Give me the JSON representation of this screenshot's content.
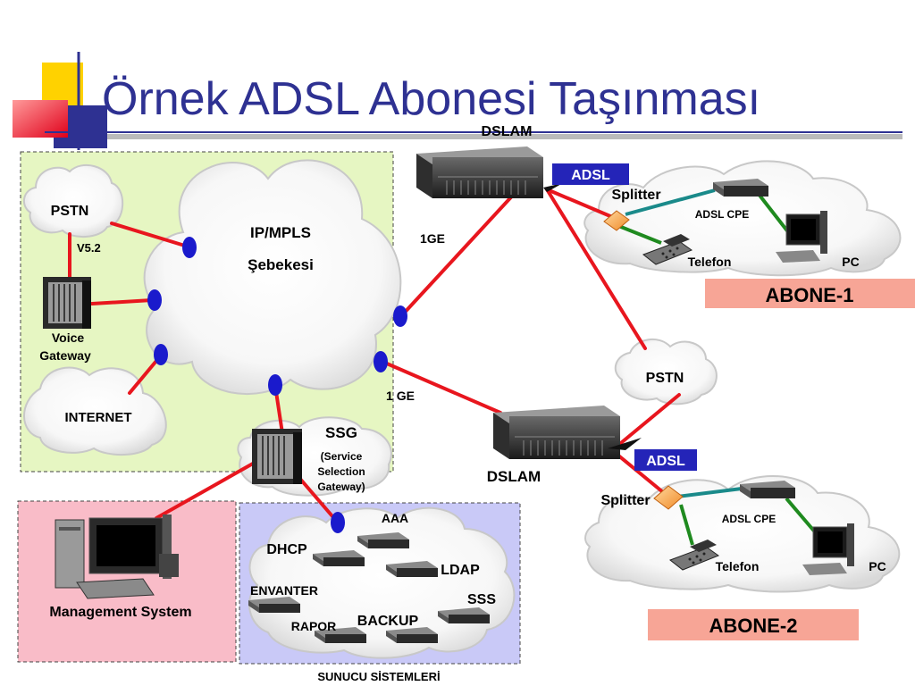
{
  "title": "Örnek ADSL Abonesi Taşınması",
  "colors": {
    "title": "#2e3192",
    "link_red": "#e8161e",
    "link_teal": "#1a8a8a",
    "link_green": "#1f8a1f",
    "node_blue": "#1a1acc",
    "core_zone": "#e6f6c2",
    "mgmt_zone": "#f9bcc8",
    "server_zone": "#c9c9f7",
    "adsl_tag": "#2424b8",
    "abone_box": "#f7a596"
  },
  "core": {
    "pstn": "PSTN",
    "v52": "V5.2",
    "voice_gateway_1": "Voice",
    "voice_gateway_2": "Gateway",
    "internet": "INTERNET",
    "ipmpls_1": "IP/MPLS",
    "ipmpls_2": "Şebekesi",
    "ssg": "SSG",
    "ssg_desc_1": "(Service",
    "ssg_desc_2": "Selection",
    "ssg_desc_3": "Gateway)"
  },
  "links": {
    "ge_top": "1GE",
    "ge_bottom": "1 GE"
  },
  "dslam_top": {
    "label": "DSLAM",
    "adsl": "ADSL"
  },
  "dslam_bottom": {
    "label": "DSLAM",
    "adsl": "ADSL"
  },
  "pstn_mid": "PSTN",
  "abone1": {
    "splitter": "Splitter",
    "adsl_cpe": "ADSL CPE",
    "telefon": "Telefon",
    "pc": "PC",
    "name": "ABONE-1"
  },
  "abone2": {
    "splitter": "Splitter",
    "adsl_cpe": "ADSL CPE",
    "telefon": "Telefon",
    "pc": "PC",
    "name": "ABONE-2"
  },
  "management": {
    "label": "Management System"
  },
  "servers": {
    "aaa": "AAA",
    "dhcp": "DHCP",
    "ldap": "LDAP",
    "envanter": "ENVANTER",
    "sss": "SSS",
    "backup": "BACKUP",
    "rapor": "RAPOR",
    "caption": "SUNUCU SİSTEMLERİ"
  }
}
